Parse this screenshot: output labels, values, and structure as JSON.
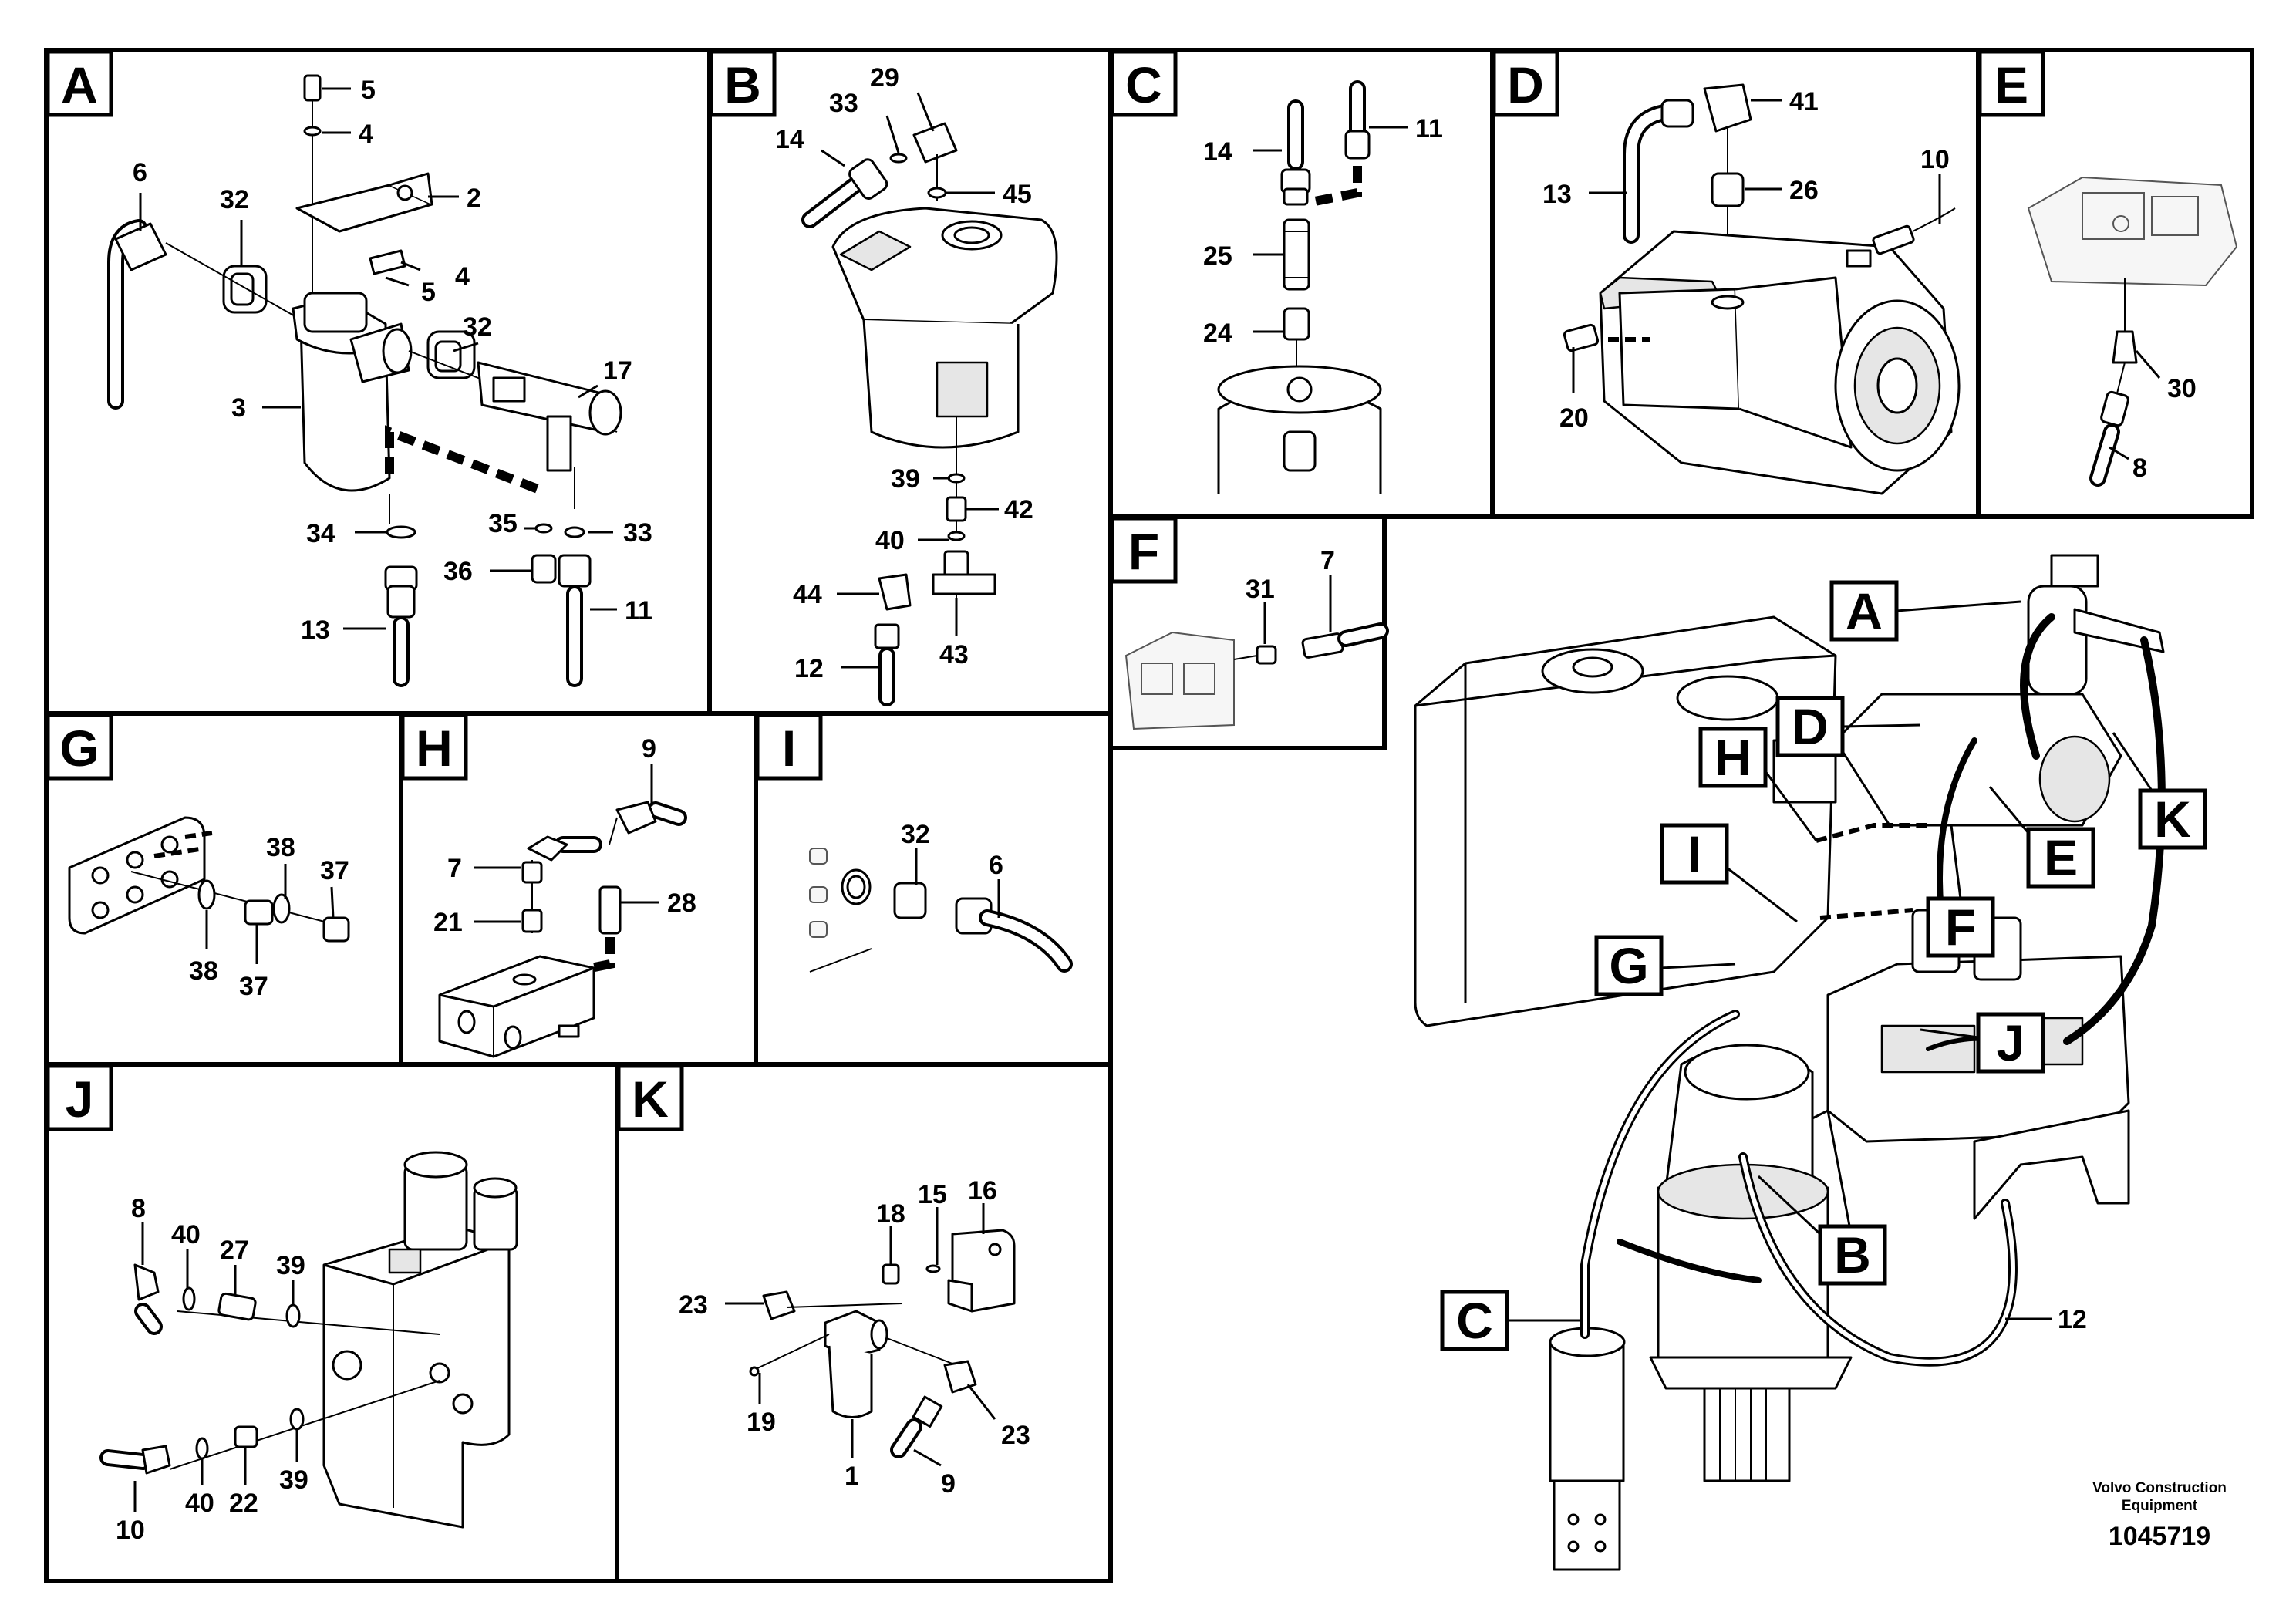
{
  "panels": {
    "A": {
      "letter": "A",
      "callouts": [
        "5",
        "4",
        "2",
        "4",
        "5",
        "6",
        "32",
        "32",
        "17",
        "3",
        "34",
        "35",
        "33",
        "36",
        "13",
        "11"
      ]
    },
    "B": {
      "letter": "B",
      "callouts": [
        "29",
        "33",
        "14",
        "45",
        "39",
        "42",
        "40",
        "44",
        "43",
        "12"
      ]
    },
    "C": {
      "letter": "C",
      "callouts": [
        "14",
        "11",
        "25",
        "24"
      ]
    },
    "D": {
      "letter": "D",
      "callouts": [
        "41",
        "26",
        "13",
        "10",
        "20"
      ]
    },
    "E": {
      "letter": "E",
      "callouts": [
        "30",
        "8"
      ]
    },
    "F": {
      "letter": "F",
      "callouts": [
        "31",
        "7"
      ]
    },
    "G": {
      "letter": "G",
      "callouts": [
        "38",
        "37",
        "38",
        "37"
      ]
    },
    "H": {
      "letter": "H",
      "callouts": [
        "9",
        "7",
        "21",
        "28"
      ]
    },
    "I": {
      "letter": "I",
      "callouts": [
        "32",
        "6"
      ]
    },
    "J": {
      "letter": "J",
      "callouts": [
        "8",
        "40",
        "27",
        "39",
        "10",
        "40",
        "22",
        "39"
      ]
    },
    "K": {
      "letter": "K",
      "callouts": [
        "18",
        "15",
        "16",
        "23",
        "19",
        "1",
        "9",
        "23"
      ]
    }
  },
  "overview": {
    "labels": [
      "A",
      "D",
      "H",
      "I",
      "G",
      "E",
      "K",
      "F",
      "J",
      "B",
      "C"
    ],
    "hose_callout": "12"
  },
  "footer": {
    "company_line1": "Volvo Construction",
    "company_line2": "Equipment",
    "drawing_number": "1045719"
  }
}
